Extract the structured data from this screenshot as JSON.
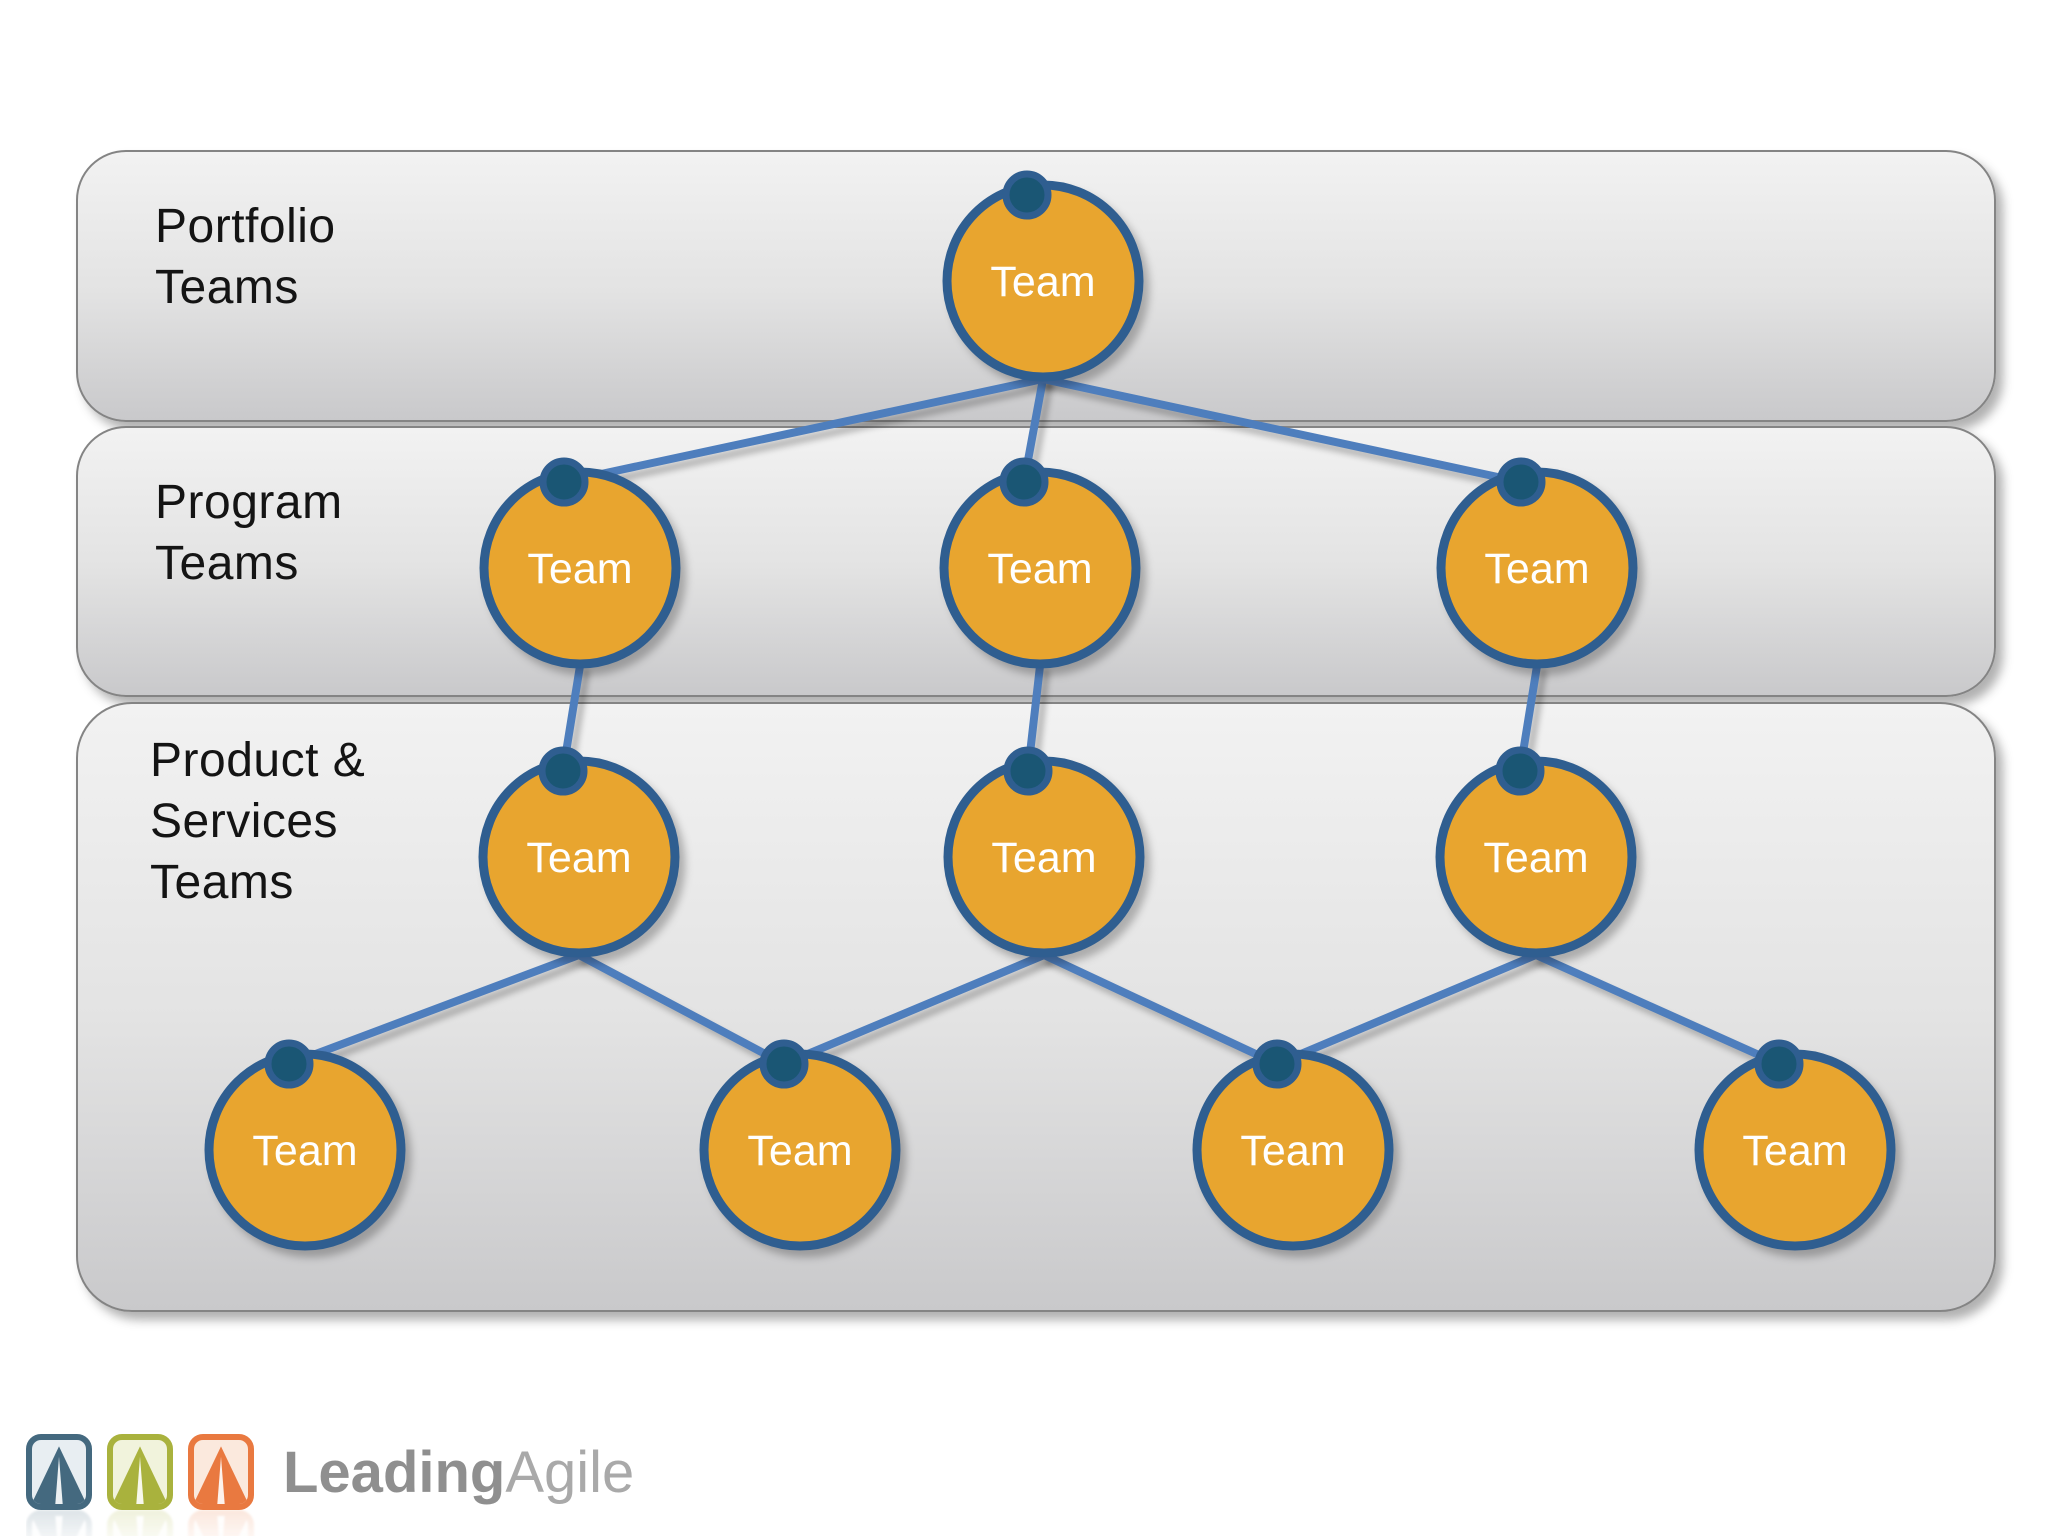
{
  "slide": {
    "tiers": [
      {
        "name": "portfolio",
        "label_lines": [
          "Portfolio",
          "Teams"
        ],
        "teams": [
          {
            "label": "Team"
          }
        ]
      },
      {
        "name": "program",
        "label_lines": [
          "Program",
          "Teams"
        ],
        "teams": [
          {
            "label": "Team"
          },
          {
            "label": "Team"
          },
          {
            "label": "Team"
          }
        ]
      },
      {
        "name": "product-services",
        "label_lines": [
          "Product &",
          "Services",
          "Teams"
        ],
        "teams": [
          {
            "label": "Team"
          },
          {
            "label": "Team"
          },
          {
            "label": "Team"
          },
          {
            "label": "Team"
          },
          {
            "label": "Team"
          },
          {
            "label": "Team"
          },
          {
            "label": "Team"
          }
        ]
      }
    ]
  },
  "colors": {
    "circle_fill": "#E8A52F",
    "circle_stroke": "#2F5E90",
    "dot_fill": "#1A5674",
    "connector_blue": "#4E7EBD",
    "band_border": "#848484",
    "label_text": "#141414",
    "logo_navy": "#44697F",
    "logo_olive": "#A9B23D",
    "logo_orange": "#E97940"
  },
  "logo": {
    "text_bold": "Leading",
    "text_regular": "Agile"
  }
}
